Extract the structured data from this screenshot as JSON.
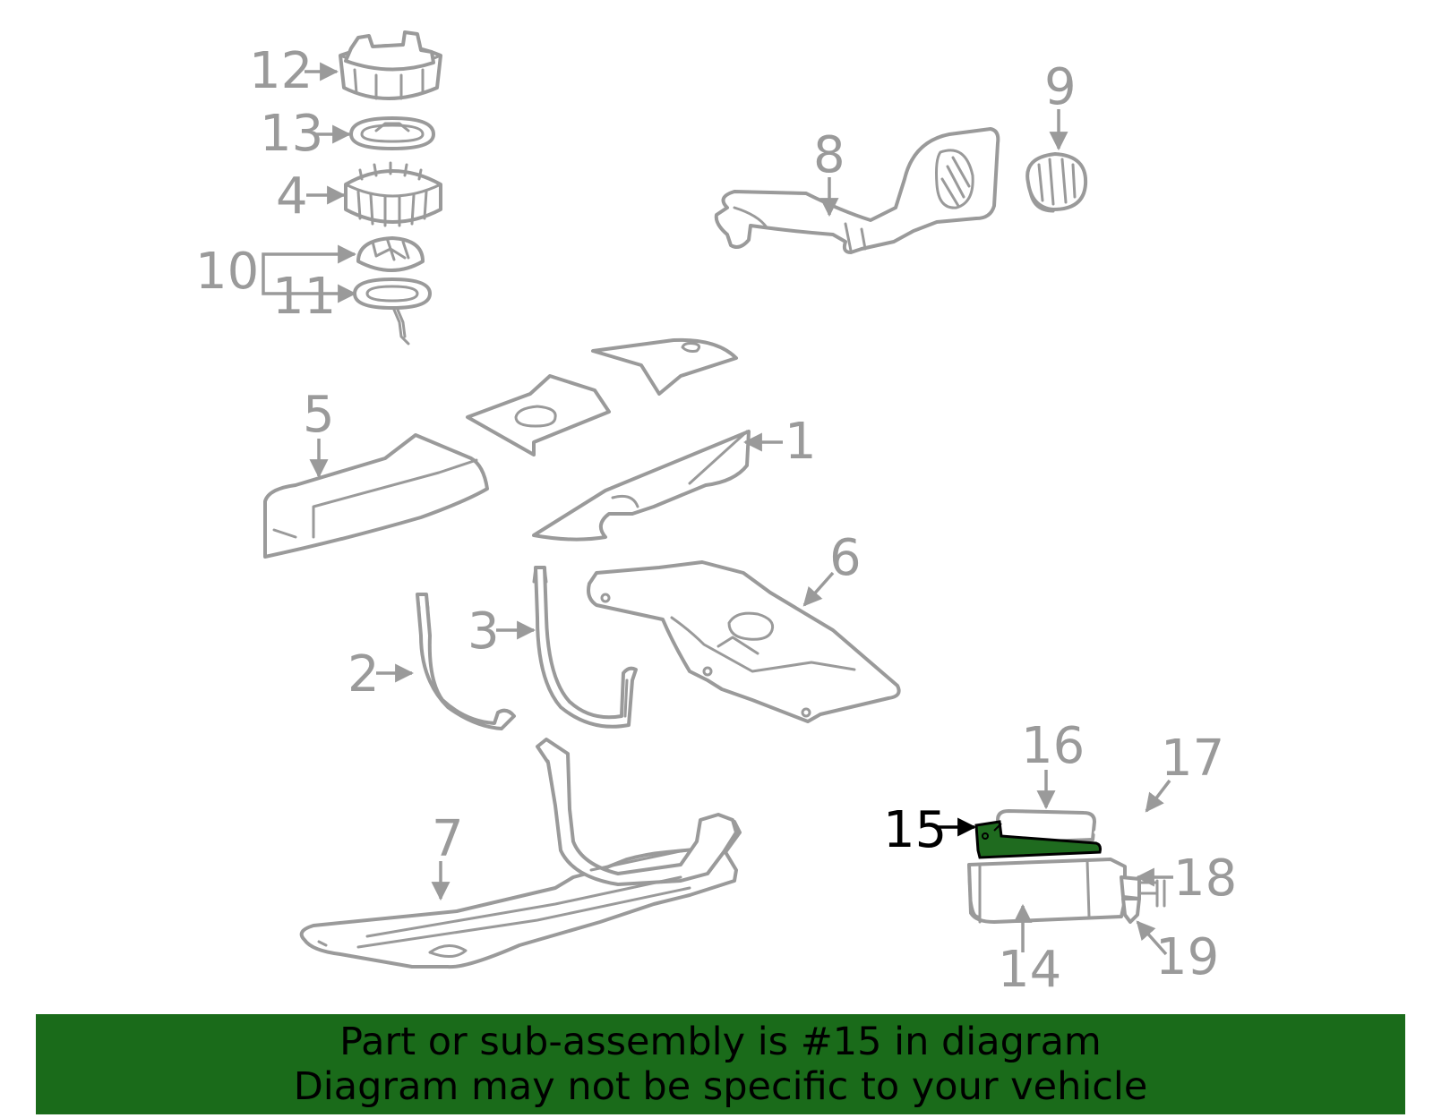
{
  "callouts": {
    "c1": "1",
    "c2": "2",
    "c3": "3",
    "c4": "4",
    "c5": "5",
    "c6": "6",
    "c7": "7",
    "c8": "8",
    "c9": "9",
    "c10": "10",
    "c11": "11",
    "c12": "12",
    "c13": "13",
    "c14": "14",
    "c15": "15",
    "c16": "16",
    "c17": "17",
    "c18": "18",
    "c19": "19"
  },
  "highlight": {
    "part_number": "15",
    "color": "#1a6b1a"
  },
  "colors": {
    "line": "#9a9a9a",
    "banner": "#1a6b1a",
    "highlight_text": "#000000"
  },
  "banner": {
    "line1": "Part or sub-assembly is #15 in diagram",
    "line2": "Diagram may not be specific to your vehicle"
  }
}
